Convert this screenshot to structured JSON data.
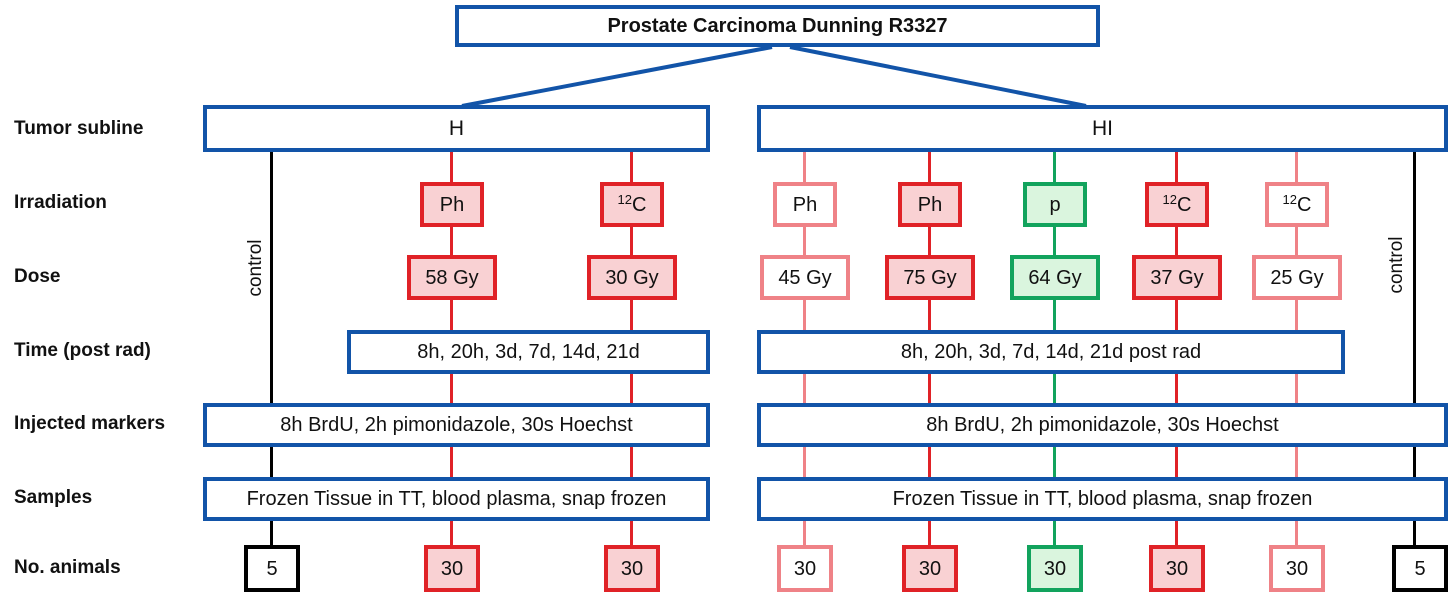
{
  "title": "Prostate Carcinoma Dunning R3327",
  "row_labels": [
    "Tumor subline",
    "Irradiation",
    "Dose",
    "Time (post rad)",
    "Injected markers",
    "Samples",
    "No. animals"
  ],
  "colors": {
    "blue": "#1254A8",
    "red": "#E02227",
    "light_red": "#EF8287",
    "green": "#12A35D",
    "black": "#000000",
    "pink_fill": "#F9D1D3",
    "green_fill": "#DAF5DE"
  },
  "branches": [
    {
      "subline": "H",
      "control": {
        "label": "control",
        "animals": "5"
      },
      "arms": [
        {
          "sup": "",
          "label": "Ph",
          "dose": "58 Gy",
          "animals": "30",
          "style": "red"
        },
        {
          "sup": "12",
          "label": "C",
          "dose": "30 Gy",
          "animals": "30",
          "style": "red"
        }
      ],
      "time": "8h, 20h, 3d, 7d, 14d, 21d",
      "markers": "8h BrdU, 2h pimonidazole, 30s Hoechst",
      "samples": "Frozen Tissue in TT, blood plasma, snap frozen"
    },
    {
      "subline": "HI",
      "control": {
        "label": "control",
        "animals": "5"
      },
      "arms": [
        {
          "sup": "",
          "label": "Ph",
          "dose": "45 Gy",
          "animals": "30",
          "style": "lightred"
        },
        {
          "sup": "",
          "label": "Ph",
          "dose": "75 Gy",
          "animals": "30",
          "style": "red"
        },
        {
          "sup": "",
          "label": "p",
          "dose": "64 Gy",
          "animals": "30",
          "style": "green"
        },
        {
          "sup": "12",
          "label": "C",
          "dose": "37 Gy",
          "animals": "30",
          "style": "red"
        },
        {
          "sup": "12",
          "label": "C",
          "dose": "25 Gy",
          "animals": "30",
          "style": "lightred"
        }
      ],
      "time": "8h, 20h, 3d, 7d, 14d, 21d post rad",
      "markers": "8h BrdU, 2h pimonidazole, 30s Hoechst",
      "samples": "Frozen Tissue in TT, blood plasma, snap frozen"
    }
  ]
}
